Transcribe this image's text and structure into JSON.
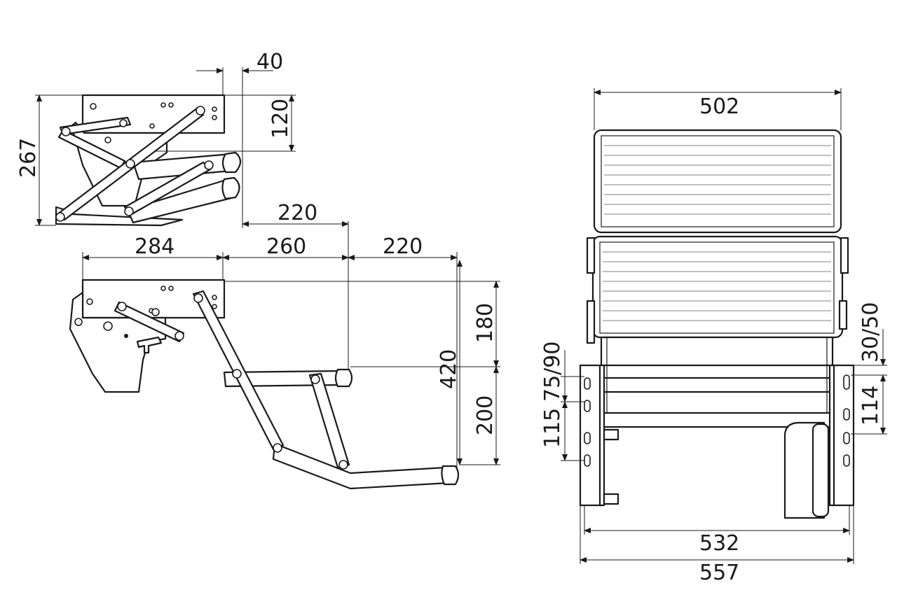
{
  "dimensions": {
    "top_width": "40",
    "top_height": "120",
    "top_total_height": "267",
    "top_reach": "220",
    "base_depth": "284",
    "mid_reach": "260",
    "outer_reach": "220",
    "upper_step_rise": "180",
    "total_rise": "420",
    "lower_step_rise": "200",
    "tread_width": "502",
    "bracket_slots": "30/50",
    "slot_spacing": "114",
    "left_slots_a": "115",
    "left_slots_b": "75/90",
    "inner_width": "532",
    "overall_width": "557"
  }
}
